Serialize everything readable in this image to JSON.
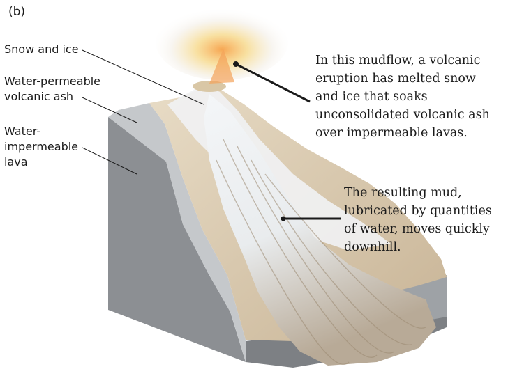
{
  "figure": {
    "panel_label": "(b)",
    "labels": {
      "snow_ice": "Snow and ice",
      "ash": "Water-permeable\nvolcanic ash",
      "lava": "Water-\nimpermeable\nlava"
    },
    "captions": {
      "eruption": "In this mudflow, a volcanic\neruption has melted snow\nand ice that soaks\nunconsolidated volcanic ash\nover impermeable lavas.",
      "mud": "The resulting mud,\nlubricated by quantities\nof water, moves quickly\ndownhill."
    }
  }
}
